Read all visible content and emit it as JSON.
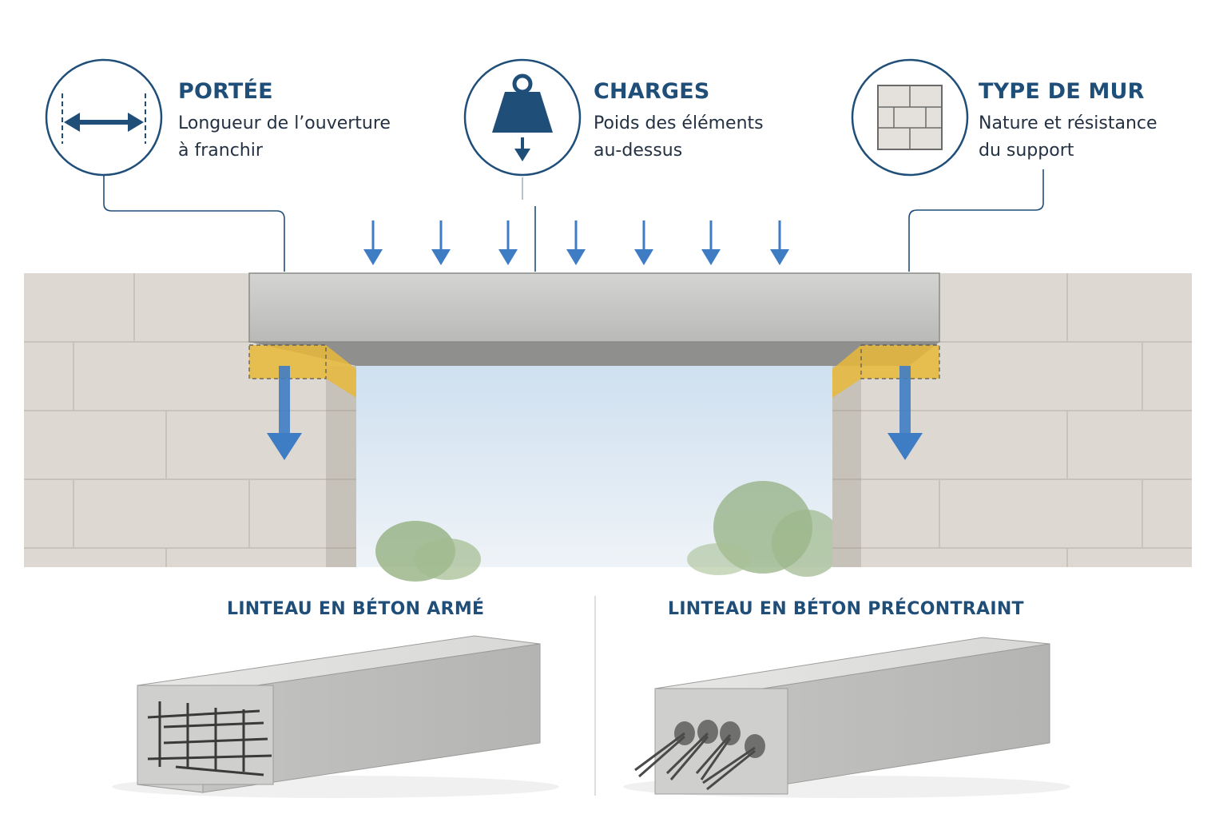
{
  "factors": [
    {
      "id": "portee",
      "title": "PORTÉE",
      "line1": "Longueur de l’ouverture",
      "line2": "à franchir",
      "icon": "span-arrow-icon"
    },
    {
      "id": "charges",
      "title": "CHARGES",
      "line1": "Poids des éléments",
      "line2": "au-dessus",
      "icon": "weight-icon"
    },
    {
      "id": "type-mur",
      "title": "TYPE DE MUR",
      "line1": "Nature et résistance",
      "line2": "du support",
      "icon": "brick-wall-icon"
    }
  ],
  "lintel_types": [
    {
      "id": "arme",
      "label": "LINTEAU EN BÉTON ARMÉ",
      "icon": "reinforced-bars-icon"
    },
    {
      "id": "precontraint",
      "label": "LINTEAU EN BÉTON PRÉCONTRAINT",
      "icon": "prestressed-tendons-icon"
    }
  ],
  "colors": {
    "accent": "#1f4e79",
    "arrow": "#3e7cc4",
    "bearing": "#e8b93a",
    "concrete": "#c9c9c7",
    "wall": "#dedad3",
    "sky": "#dce8f3"
  }
}
